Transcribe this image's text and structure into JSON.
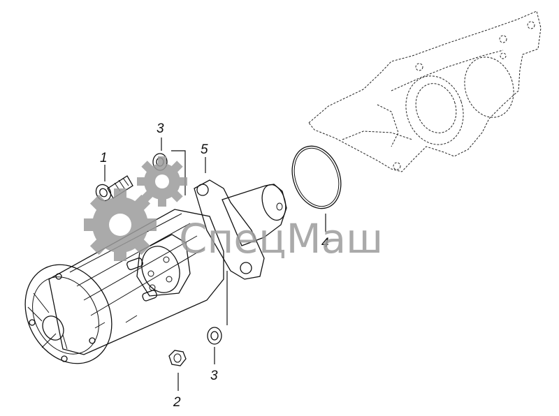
{
  "diagram": {
    "callouts": [
      {
        "id": "1",
        "text": "1"
      },
      {
        "id": "2",
        "text": "2"
      },
      {
        "id": "3a",
        "text": "3"
      },
      {
        "id": "3b",
        "text": "3"
      },
      {
        "id": "4",
        "text": "4"
      },
      {
        "id": "5",
        "text": "5"
      }
    ],
    "parts": {
      "bolt": "bolt",
      "nut": "nut",
      "washer": "washer",
      "o_ring": "o-ring",
      "starter": "starter-motor",
      "housing": "flywheel-housing"
    }
  },
  "watermark": {
    "text": "СпецМаш",
    "color": "#9c9c9c",
    "icon": "gear-icon"
  }
}
